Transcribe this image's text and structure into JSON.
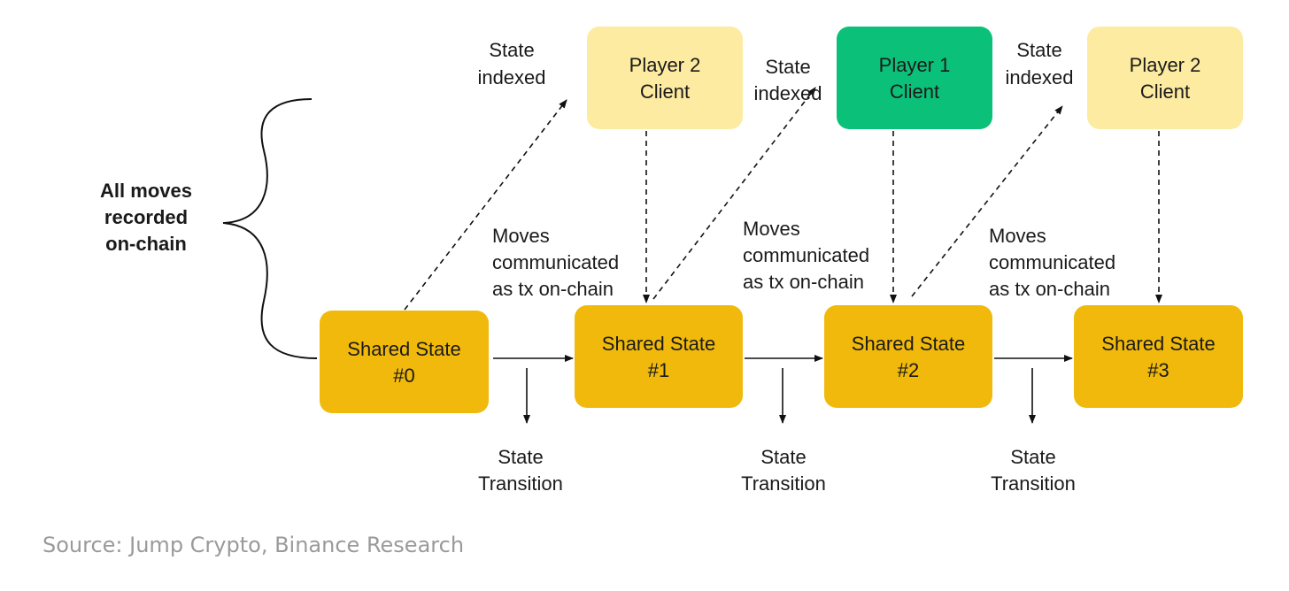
{
  "colors": {
    "shared_state": "#F0B90B",
    "player_client": "#FCEBA0",
    "active_client": "#0BC17A",
    "arrow": "#111111",
    "caption": "#9A9A9A"
  },
  "bracket_label": [
    "All moves",
    "recorded",
    "on-chain"
  ],
  "shared_states": [
    {
      "title": "Shared State",
      "number": "#0"
    },
    {
      "title": "Shared State",
      "number": "#1"
    },
    {
      "title": "Shared State",
      "number": "#2"
    },
    {
      "title": "Shared State",
      "number": "#3"
    }
  ],
  "clients": [
    {
      "line1": "Player 2",
      "line2": "Client",
      "active": false
    },
    {
      "line1": "Player 1",
      "line2": "Client",
      "active": true
    },
    {
      "line1": "Player 2",
      "line2": "Client",
      "active": false
    }
  ],
  "state_indexed": [
    [
      "State",
      "indexed"
    ],
    [
      "State",
      "indexed"
    ],
    [
      "State",
      "indexed"
    ]
  ],
  "moves_communicated": [
    [
      "Moves",
      "communicated",
      "as tx on-chain"
    ],
    [
      "Moves",
      "communicated",
      "as tx on-chain"
    ],
    [
      "Moves",
      "communicated",
      "as tx on-chain"
    ]
  ],
  "state_transition": [
    [
      "State",
      "Transition"
    ],
    [
      "State",
      "Transition"
    ],
    [
      "State",
      "Transition"
    ]
  ],
  "source": "Source: Jump Crypto, Binance Research"
}
